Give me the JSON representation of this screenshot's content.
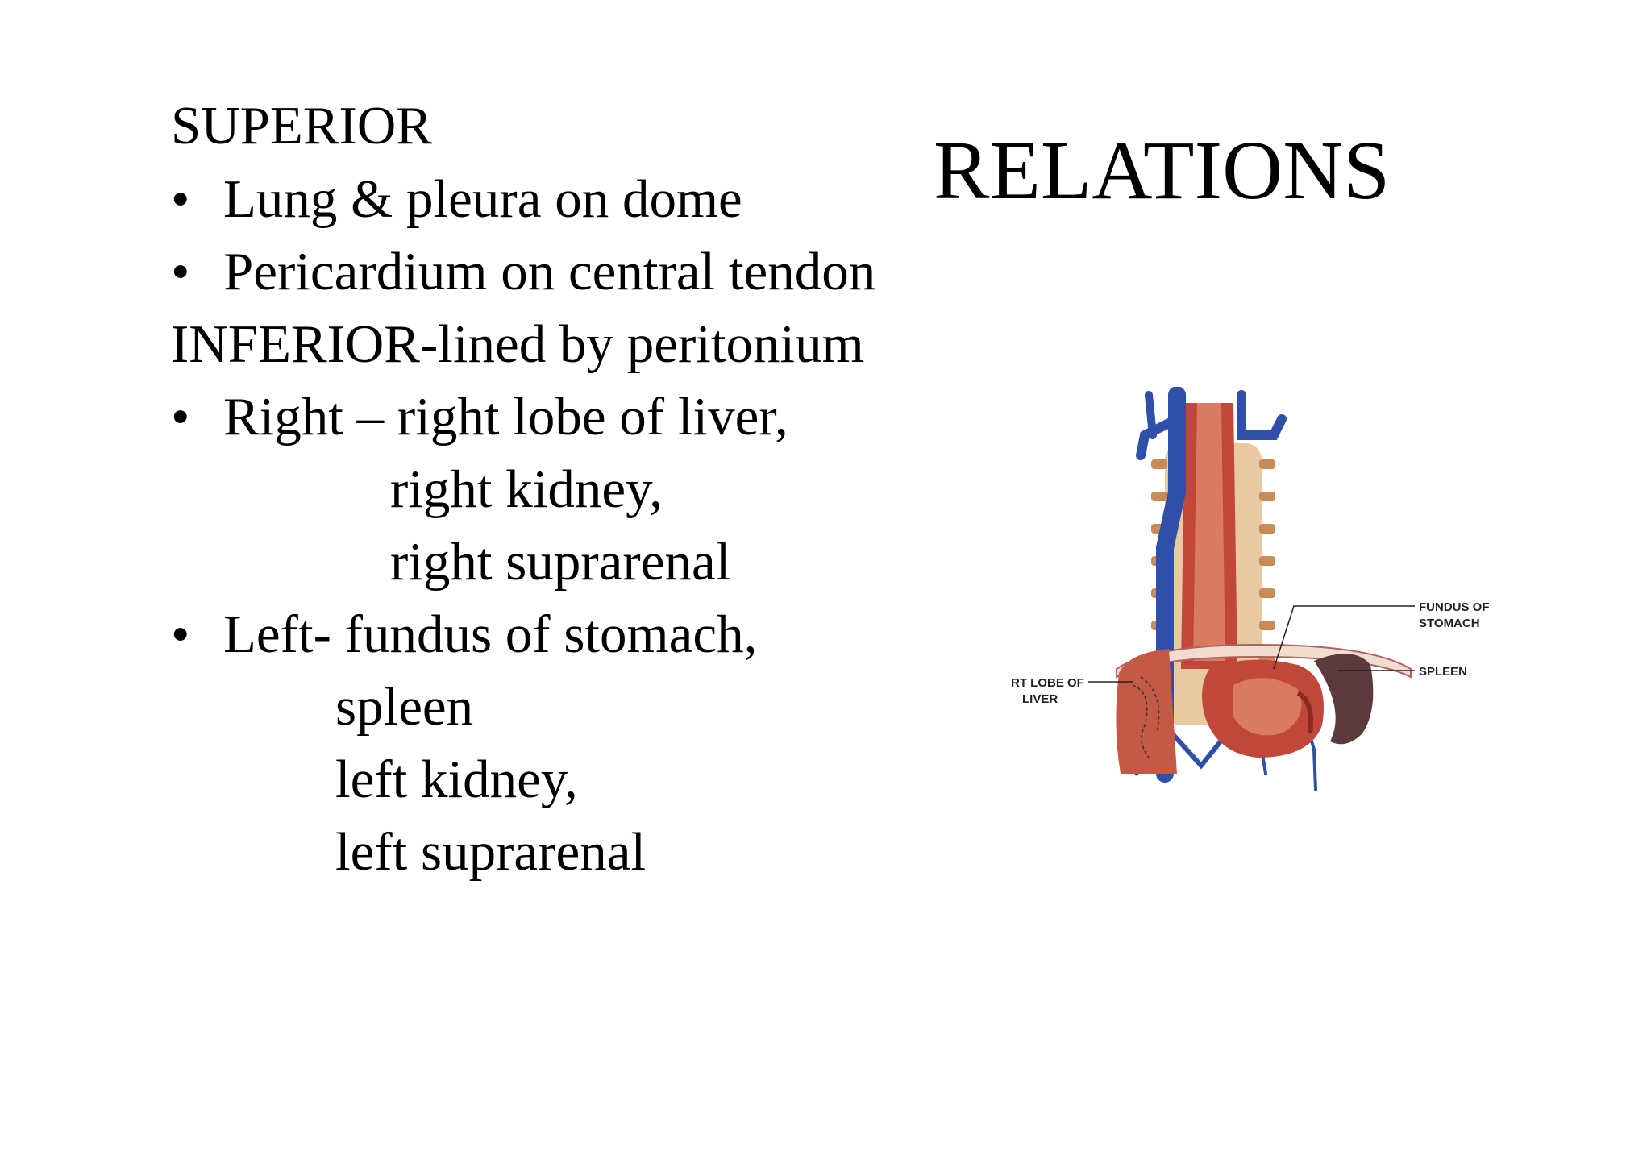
{
  "slide": {
    "title": "RELATIONS",
    "superior": {
      "heading": "SUPERIOR",
      "items": [
        "Lung & pleura on dome",
        "Pericardium on central tendon"
      ]
    },
    "inferior": {
      "heading": "INFERIOR-lined by peritonium",
      "right": {
        "first": "Right – right lobe of liver,",
        "rest": [
          "right kidney,",
          "right suprarenal"
        ]
      },
      "left": {
        "first": "Left- fundus of stomach,",
        "rest": [
          "spleen",
          "left kidney,",
          "left suprarenal"
        ]
      }
    }
  },
  "figure": {
    "labels": {
      "liver_line1": "RT LOBE OF",
      "liver_line2": "LIVER",
      "fundus_line1": "FUNDUS OF",
      "fundus_line2": "STOMACH",
      "spleen": "SPLEEN"
    },
    "colors": {
      "muscle": "#c0473a",
      "muscle_light": "#d97a62",
      "vein": "#2f4fa8",
      "bone": "#e8c9a0",
      "spleen": "#5a3a3a"
    }
  }
}
